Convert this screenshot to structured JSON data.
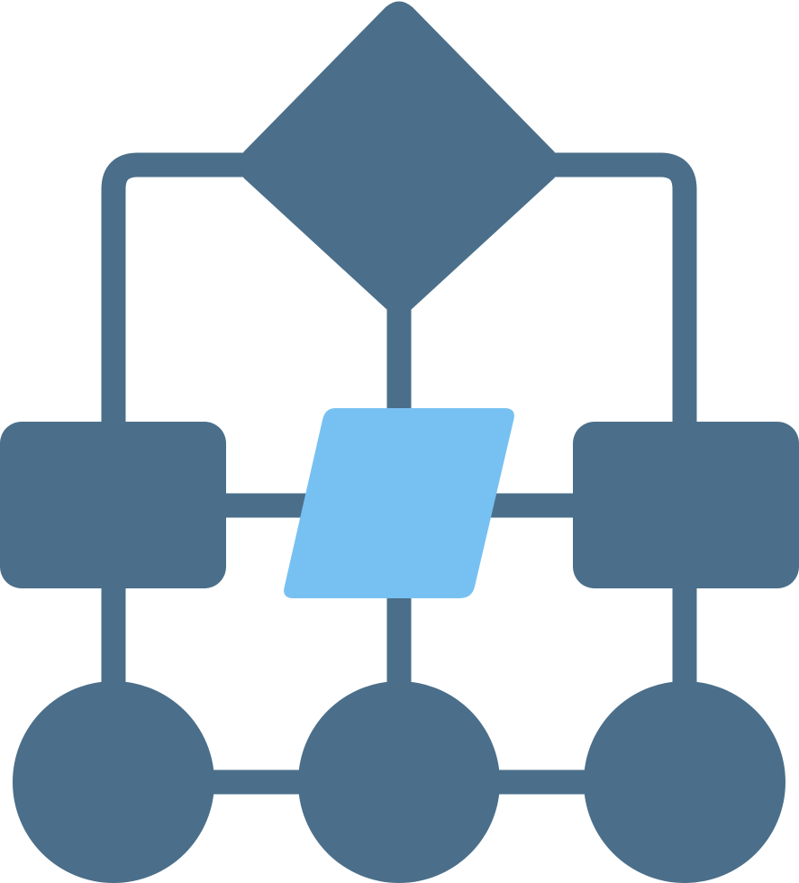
{
  "icon": {
    "name": "flowchart-icon",
    "colors": {
      "primary": "#4b6f8a",
      "accent": "#77c1f2",
      "background": "#ffffff"
    },
    "shapes": {
      "decision": "diamond",
      "process_nodes": [
        "rounded-rect",
        "parallelogram",
        "rounded-rect"
      ],
      "terminal_nodes": [
        "circle",
        "circle",
        "circle"
      ]
    }
  }
}
